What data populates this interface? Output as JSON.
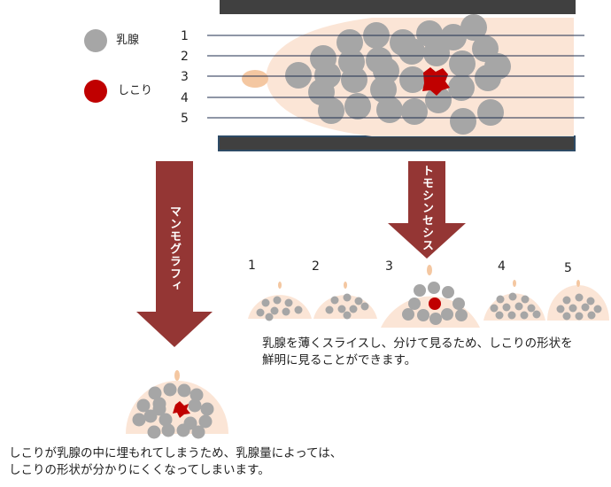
{
  "legend": {
    "gland_label": "乳腺",
    "lump_label": "しこり",
    "gland_color": "#a6a6a6",
    "lump_color": "#c00000"
  },
  "slices": {
    "line_labels": [
      "1",
      "2",
      "3",
      "4",
      "5"
    ]
  },
  "mammography": {
    "arrow_label": "マンモグラフィ",
    "caption_line1": "しこりが乳腺の中に埋もれてしまうため、乳腺量によっては、",
    "caption_line2": "しこりの形状が分かりにくくなってしまいます。"
  },
  "tomosynthesis": {
    "arrow_label": "トモシンセシス",
    "slice_labels": [
      "1",
      "2",
      "3",
      "4",
      "5"
    ],
    "caption_line1": "乳腺を薄くスライスし、分けて見るため、しこりの形状を",
    "caption_line2": "鮮明に見ることができます。"
  },
  "colors": {
    "breast_fill": "#fbe5d6",
    "nipple_fill": "#f4c7a1",
    "arrow_fill": "#943634",
    "plate_fill": "#404040",
    "plate_edge": "#2e4b66"
  }
}
